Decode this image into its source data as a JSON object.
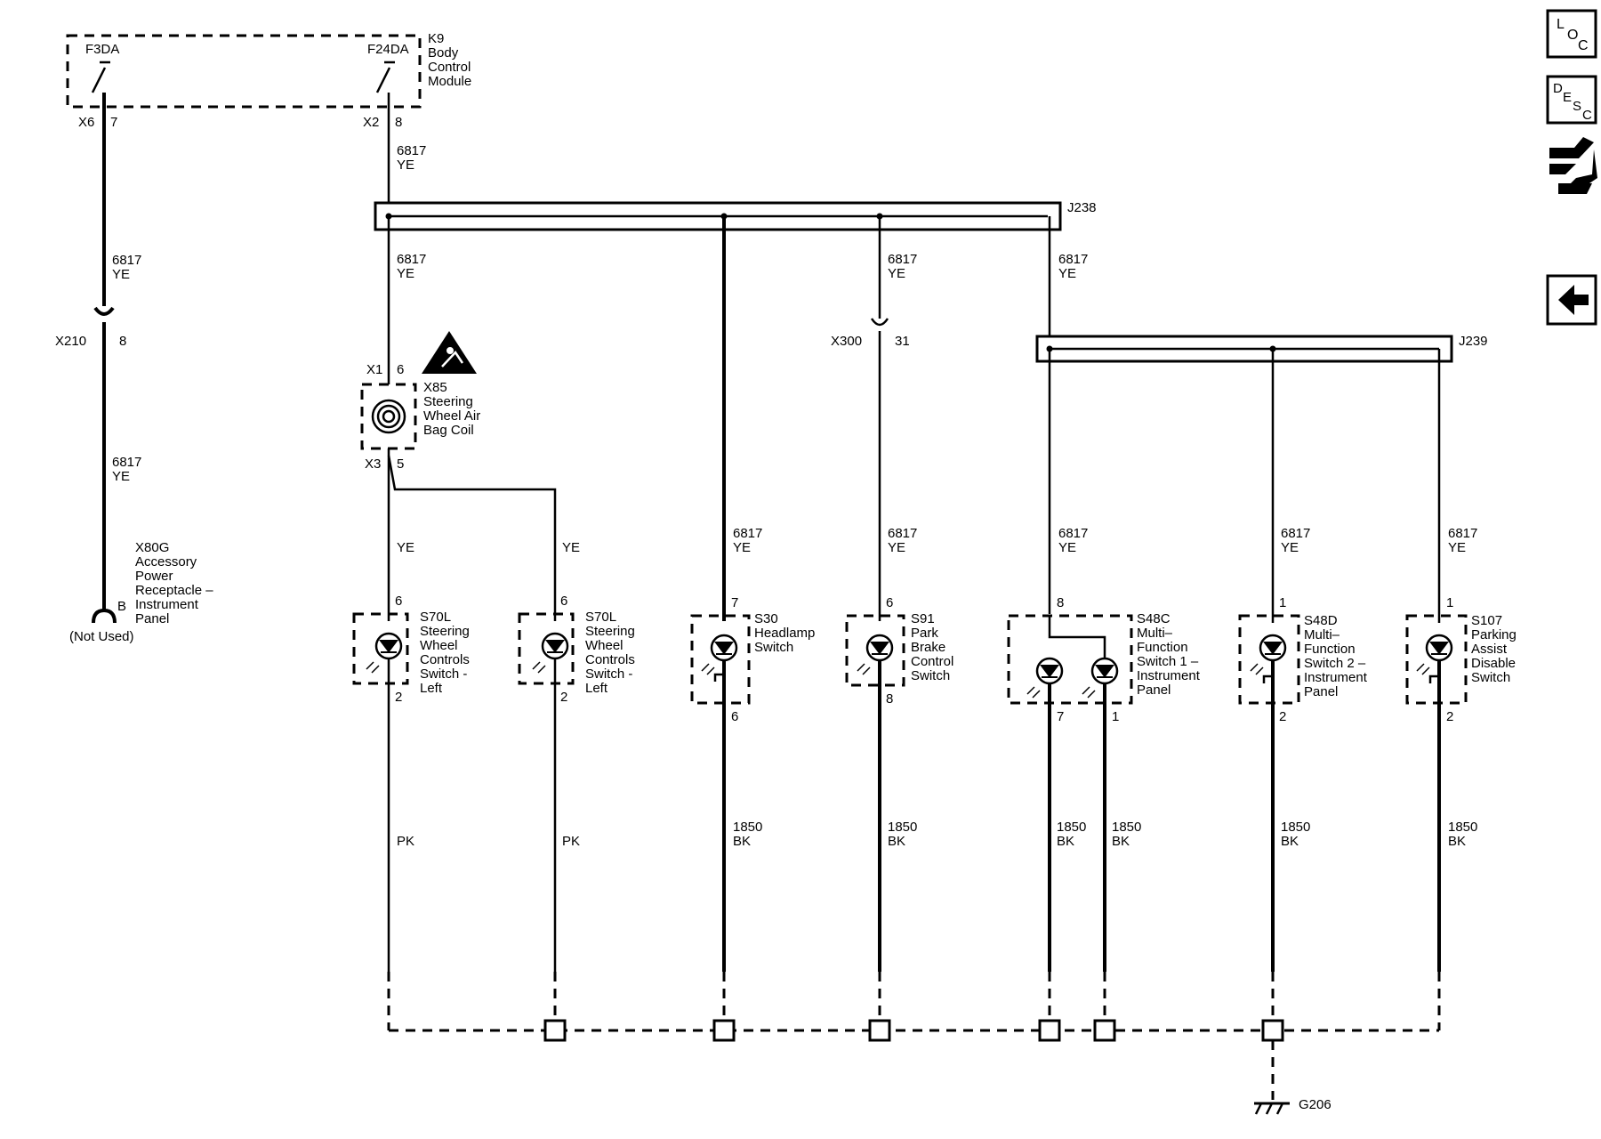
{
  "module": {
    "ref": "K9",
    "name_lines": [
      "Body",
      "Control",
      "Module"
    ],
    "fuse_a": "F3DA",
    "fuse_b": "F24DA",
    "conn_a": "X6",
    "pin_a": "7",
    "conn_b": "X2",
    "pin_b": "8"
  },
  "wire_circuit": "6817",
  "color_ye": "YE",
  "color_pk": "PK",
  "ground_circuit": "1850",
  "color_bk": "BK",
  "splices": {
    "j238": "J238",
    "j239": "J239"
  },
  "inline_conn": {
    "x210": "X210",
    "x210_pin": "8",
    "x300": "X300",
    "x300_pin": "31"
  },
  "airbag": {
    "ref": "X85",
    "name_lines": [
      "Steering",
      "Wheel Air",
      "Bag Coil"
    ],
    "conn_top": "X1",
    "pin_top": "6",
    "conn_bot": "X3",
    "pin_bot": "5"
  },
  "receptacle": {
    "ref": "X80G",
    "name_lines": [
      "Accessory",
      "Power",
      "Receptacle –",
      "Instrument",
      "Panel"
    ],
    "pin": "B",
    "note": "(Not Used)"
  },
  "switches": [
    {
      "ref": "S70L",
      "name_lines": [
        "Steering",
        "Wheel",
        "Controls",
        "Switch -",
        "Left"
      ],
      "pin_top": "6",
      "pin_bot": "2"
    },
    {
      "ref": "S70L",
      "name_lines": [
        "Steering",
        "Wheel",
        "Controls",
        "Switch -",
        "Left"
      ],
      "pin_top": "6",
      "pin_bot": "2"
    },
    {
      "ref": "S30",
      "name_lines": [
        "Headlamp",
        "Switch"
      ],
      "pin_top": "7",
      "pin_bot": "6"
    },
    {
      "ref": "S91",
      "name_lines": [
        "Park",
        "Brake",
        "Control",
        "Switch"
      ],
      "pin_top": "6",
      "pin_bot": "8"
    },
    {
      "ref": "S48C",
      "name_lines": [
        "Multi–",
        "Function",
        "Switch 1 –",
        "Instrument",
        "Panel"
      ],
      "pin_top": "8",
      "pin_bot": "7",
      "pin_bot2": "1"
    },
    {
      "ref": "S48D",
      "name_lines": [
        "Multi–",
        "Function",
        "Switch 2 –",
        "Instrument",
        "Panel"
      ],
      "pin_top": "1",
      "pin_bot": "2"
    },
    {
      "ref": "S107",
      "name_lines": [
        "Parking",
        "Assist",
        "Disable",
        "Switch"
      ],
      "pin_top": "1",
      "pin_bot": "2"
    }
  ],
  "ground": {
    "ref": "G206"
  },
  "nav": {
    "loc": [
      "L",
      "O",
      "C"
    ],
    "desc": [
      "D",
      "E",
      "S",
      "C"
    ]
  }
}
